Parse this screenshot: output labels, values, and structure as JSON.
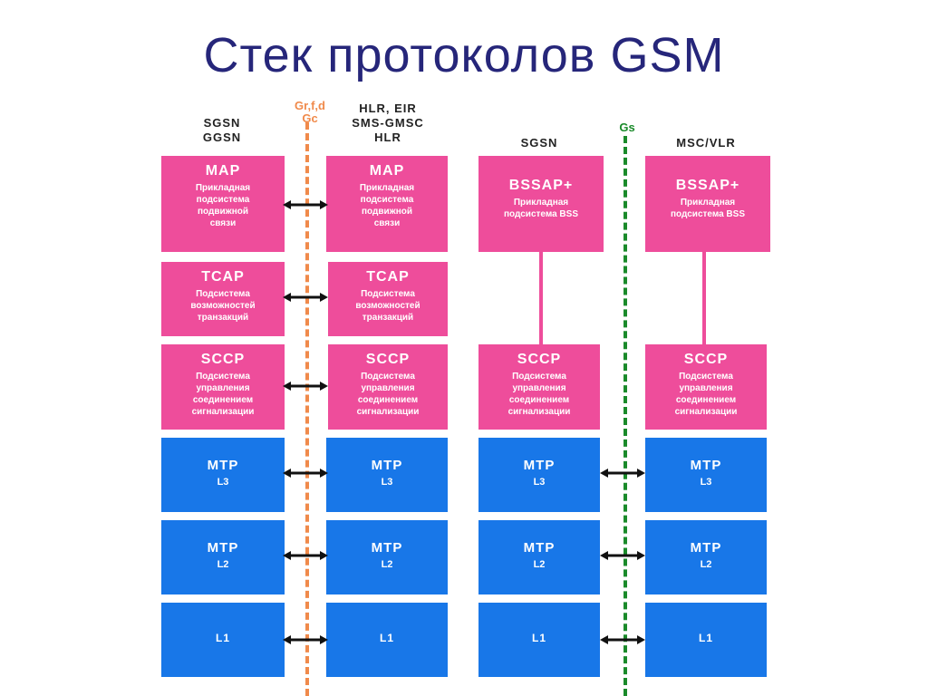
{
  "title": "Стек протоколов GSM",
  "columns": {
    "c1": "SGSN\nGGSN",
    "c2": "HLR, EIR\nSMS-GMSC\nHLR",
    "c3": "SGSN",
    "c4": "MSC/VLR"
  },
  "interfaces": {
    "left": "Gr,f,d\nGc",
    "right": "Gs"
  },
  "colors": {
    "pink": "#ee4d9b",
    "blue": "#1877e8",
    "orange": "#f08a4b",
    "green": "#1a8a2a",
    "title": "#26267a"
  },
  "blocks": {
    "map": {
      "name": "MAP",
      "desc": "Прикладная\nподсистема\nподвижной\nсвязи"
    },
    "tcap": {
      "name": "TCAP",
      "desc": "Подсистема\nвозможностей\nтранзакций"
    },
    "sccp": {
      "name": "SCCP",
      "desc": "Подсистема\nуправления\nсоединением\nсигнализации"
    },
    "bssap": {
      "name": "BSSAP+",
      "desc": "Прикладная\nподсистема BSS"
    },
    "mtp3": {
      "name": "MTP",
      "sub": "L3"
    },
    "mtp2": {
      "name": "MTP",
      "sub": "L2"
    },
    "l1": {
      "name": "L1"
    }
  }
}
